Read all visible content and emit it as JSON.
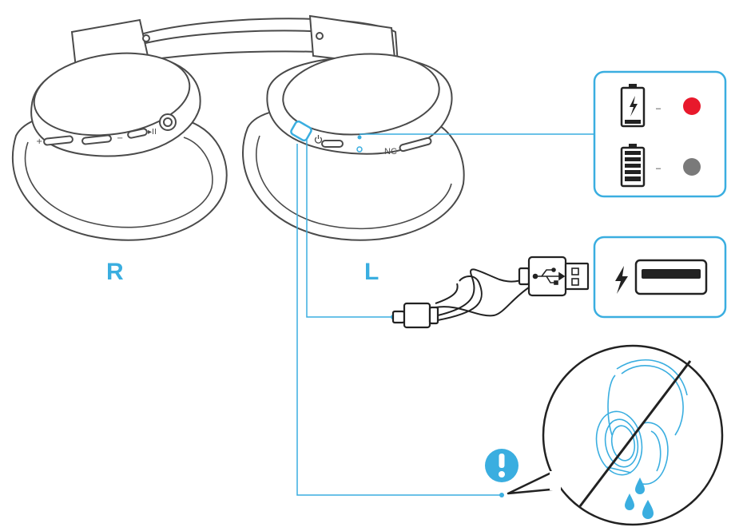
{
  "labels": {
    "right": "R",
    "left": "L",
    "nc": "NC",
    "plus": "+",
    "minus": "−",
    "play_pause": "▸II",
    "dash_charging": "–",
    "dash_charged": "–"
  },
  "colors": {
    "accent": "#3aaee0",
    "outline": "#4a4a4a",
    "charging_led": "#e8192c",
    "charged_led": "#7a7a7a",
    "warning": "#3aaee0"
  },
  "icons": {
    "battery_charging": "battery-charging-icon",
    "battery_full": "battery-full-icon",
    "usb": "usb-icon",
    "lightning": "lightning-icon",
    "warning": "exclamation-icon",
    "no_water": "no-water-icon",
    "water_drops": "water-drop-icon"
  }
}
